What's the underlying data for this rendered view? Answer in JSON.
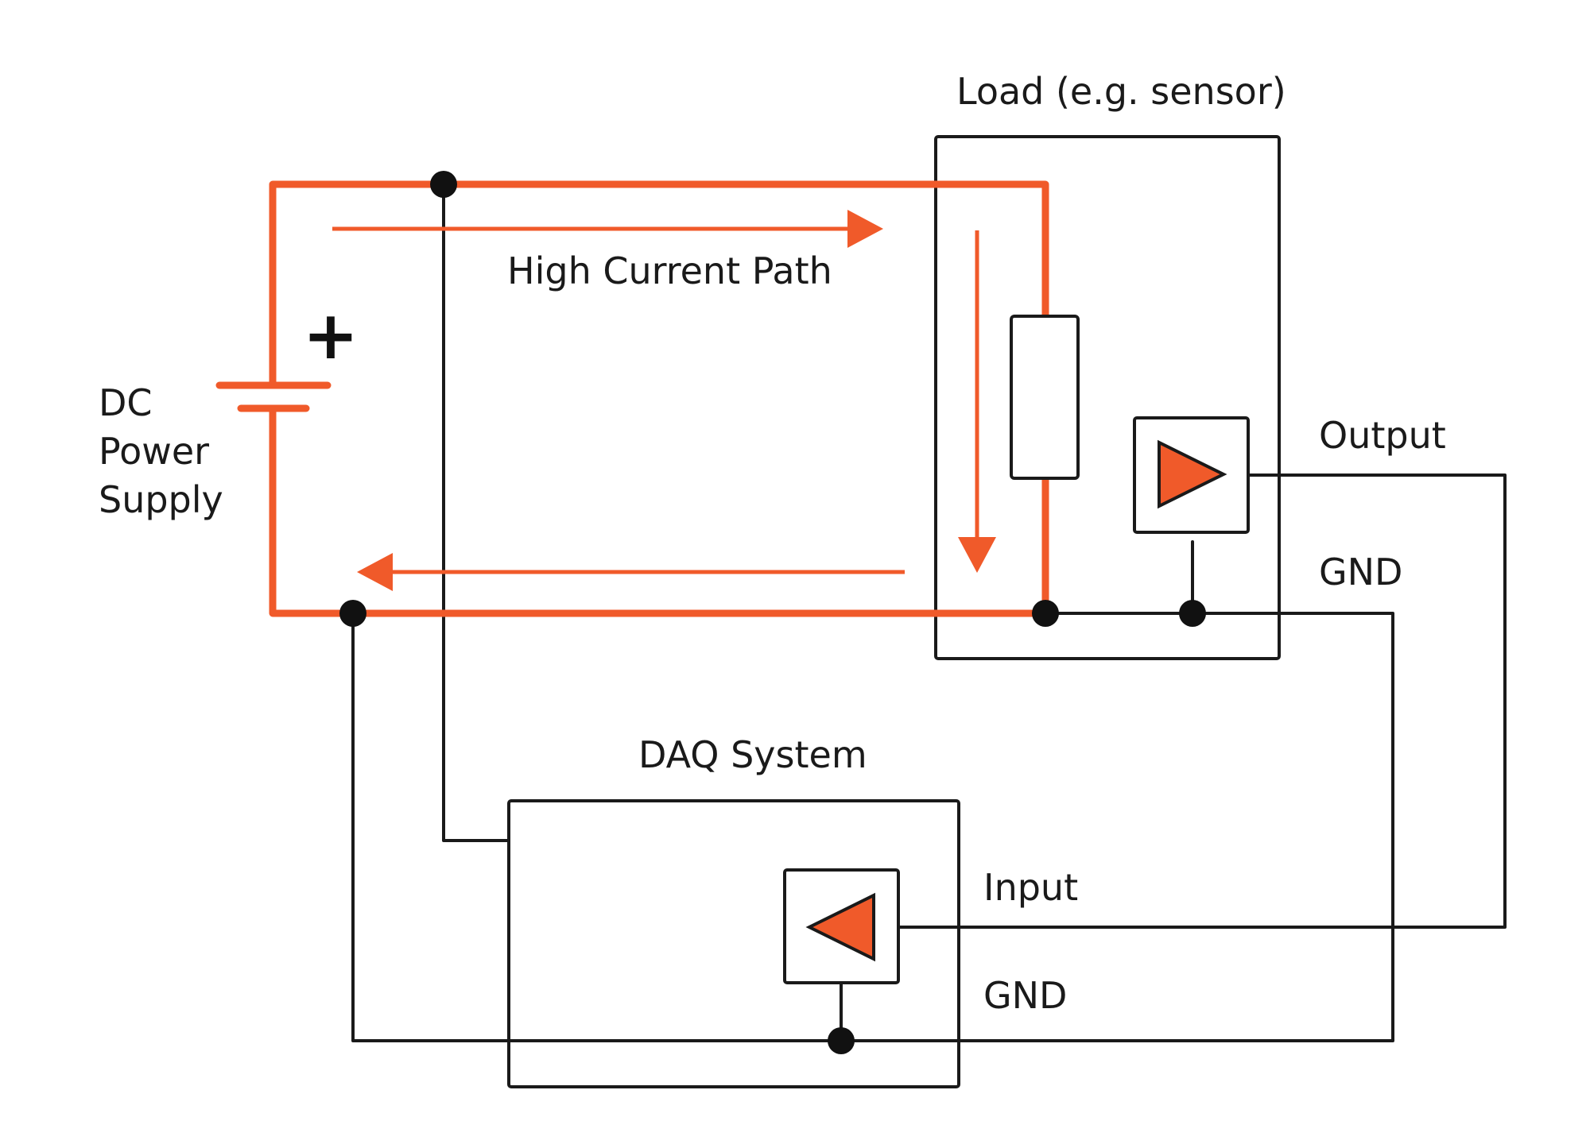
{
  "labels": {
    "load": "Load (e.g. sensor)",
    "high_current": "High Current Path",
    "supply_line1": "DC",
    "supply_line2": "Power",
    "supply_line3": "Supply",
    "plus": "+",
    "output": "Output",
    "gnd_load": "GND",
    "daq": "DAQ System",
    "input": "Input",
    "gnd_daq": "GND"
  },
  "colors": {
    "accent": "#F05A2A",
    "wire": "#1a1a1a"
  }
}
